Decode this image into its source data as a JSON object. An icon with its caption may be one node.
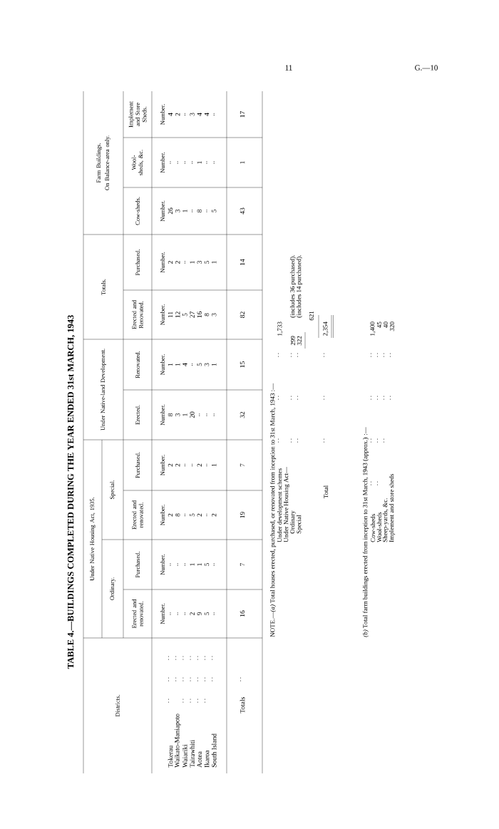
{
  "diagram": {
    "title": "TABLE 4.—BUILDINGS COMPLETED DURING THE YEAR ENDED 31st MARCH, 1943",
    "labels": [
      "11",
      "G.—10",
      "Districts.",
      "Under Native Housing Act, 1935.",
      "Under Native-land Development.",
      "Totals.",
      "Farm Buildings.",
      "On Balance-area only.",
      "Ordinary.",
      "Special.",
      "Erected and renovated.",
      "Purchased.",
      "Erected and renovated.",
      "Purchased.",
      "Erected.",
      "Renovated.",
      "Erected and Renovated.",
      "Purchased.",
      "Cow-sheds.",
      "Wool-sheds, &c.",
      "Implement and Store Sheds.",
      "Number.",
      "Number.",
      "Number.",
      "Number.",
      "Number.",
      "Number.",
      "Number.",
      "Number.",
      "Number.",
      "Number.",
      "Number.",
      "Tokerau",
      "..",
      "..",
      "2",
      "2",
      "8",
      "1",
      "11",
      "2",
      "26",
      "..",
      "4",
      "Waikato-Maniapoto",
      "..",
      "..",
      "8",
      "2",
      "3",
      "1",
      "12",
      "2",
      "3",
      "..",
      "2",
      "Waiariki",
      "..",
      "..",
      "..",
      "..",
      "1",
      "4",
      "5",
      "..",
      "1",
      "..",
      "..",
      "Tairawhiti",
      "2",
      "1",
      "5",
      "..",
      "20",
      "..",
      "27",
      "1",
      "..",
      "..",
      "3",
      "Aotea",
      "9",
      "1",
      "2",
      "2",
      "..",
      "5",
      "16",
      "3",
      "8",
      "1",
      "4",
      "Ikaroa",
      "5",
      "5",
      "..",
      "..",
      "..",
      "3",
      "8",
      "5",
      "..",
      "..",
      "4",
      "South Island",
      "..",
      "..",
      "2",
      "1",
      "..",
      "1",
      "3",
      "1",
      "5",
      "..",
      "..",
      "Totals",
      "16",
      "7",
      "19",
      "7",
      "32",
      "15",
      "82",
      "14",
      "43",
      "1",
      "17",
      "NOTE.—*(a)* Total houses erected, purchased, or renovated from inception to 31st March, 1943 :—",
      "Under development schemes",
      "1,733",
      "Under Native Housing Act—",
      "Ordinary",
      "299",
      "(includes 36 purchased).",
      "Special",
      "322",
      "(includes 14 purchased).",
      "621",
      "Total",
      "2,354",
      "*(b)* Total farm buildings erected from inception to 31st March, 1943 (approx.) :—",
      "Cow-sheds",
      "1,400",
      "Wool-sheds",
      "45",
      "Sheep-yards, &c.",
      "40",
      "Implement and store sheds",
      "320"
    ]
  }
}
